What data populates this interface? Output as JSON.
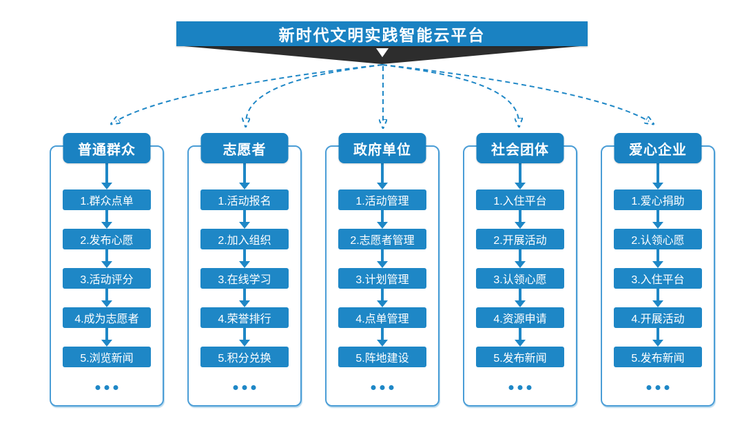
{
  "title": {
    "text": "新时代文明实践智能云平台"
  },
  "colors": {
    "primary": "#1e87c6",
    "primary_deep": "#1a82c2",
    "panel_border": "#4a9dd6",
    "ribbon_dark": "#2d2d2d",
    "background": "#ffffff",
    "text_on_blue": "#ffffff"
  },
  "icons": {
    "ribbon_down_arrow": "▼",
    "flow_down_arrow": "↓",
    "ellipsis": "..."
  },
  "columns": [
    {
      "id": "general-public",
      "header": "普通群众",
      "steps": [
        "1.群众点单",
        "2.发布心愿",
        "3.活动评分",
        "4.成为志愿者",
        "5.浏览新闻"
      ],
      "ellipsis": "..."
    },
    {
      "id": "volunteers",
      "header": "志愿者",
      "steps": [
        "1.活动报名",
        "2.加入组织",
        "3.在线学习",
        "4.荣誉排行",
        "5.积分兑换"
      ],
      "ellipsis": "..."
    },
    {
      "id": "government-units",
      "header": "政府单位",
      "steps": [
        "1.活动管理",
        "2.志愿者管理",
        "3.计划管理",
        "4.点单管理",
        "5.阵地建设"
      ],
      "ellipsis": "..."
    },
    {
      "id": "social-groups",
      "header": "社会团体",
      "steps": [
        "1.入住平台",
        "2.开展活动",
        "3.认领心愿",
        "4.资源申请",
        "5.发布新闻"
      ],
      "ellipsis": "..."
    },
    {
      "id": "caring-enterprises",
      "header": "爱心企业",
      "steps": [
        "1.爱心捐助",
        "2.认领心愿",
        "3.入住平台",
        "4.开展活动",
        "5.发布新闻"
      ],
      "ellipsis": "..."
    }
  ]
}
